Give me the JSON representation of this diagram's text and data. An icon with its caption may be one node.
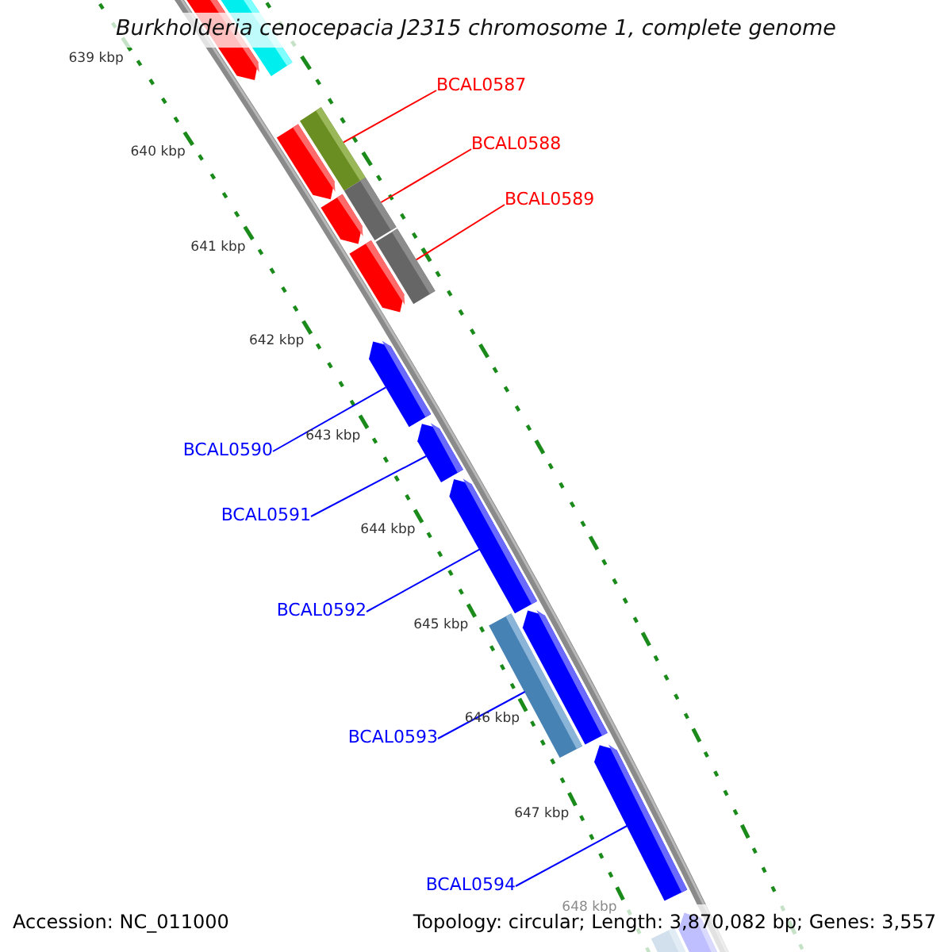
{
  "diagram": {
    "title": "Burkholderia cenocepacia J2315 chromosome 1, complete genome",
    "nodes": [
      {
        "text": [
          "BCAL0587"
        ]
      },
      {
        "text": [],
        "shape": "bar"
      },
      {
        "text": [
          "BCAL0588"
        ]
      },
      {
        "text": [],
        "shape": "bar"
      },
      {
        "text": [
          "BCAL0589"
        ]
      },
      {
        "text": [],
        "shape": "bar"
      },
      {
        "text": [
          "BCAL0590"
        ]
      },
      {
        "text": [],
        "shape": "bar"
      },
      {
        "text": [
          "BCAL0591"
        ]
      },
      {
        "text": [],
        "shape": "bar"
      },
      {
        "text": [
          "BCAL0592"
        ]
      },
      {
        "text": [],
        "shape": "bar"
      },
      {
        "text": [
          "BCAL0593"
        ]
      },
      {
        "text": [],
        "shape": "bar"
      },
      {
        "text": [
          "BCAL0594"
        ]
      },
      {
        "text": [],
        "shape": "bar"
      },
      {
        "text": [],
        "shape": "bar"
      },
      {
        "text": [],
        "shape": "box"
      },
      {
        "text": [],
        "shape": "bar"
      },
      {
        "text": [],
        "shape": "bar"
      },
      {
        "text": [],
        "shape": "bar"
      },
      {
        "text": [],
        "shape": "bar"
      },
      {
        "text": [],
        "shape": "box"
      },
      {
        "text": [],
        "shape": "bar"
      }
    ],
    "edges": [
      {
        "from": 0,
        "to": 1,
        "arrow": "none",
        "color": "#ff0000"
      },
      {
        "from": 2,
        "to": 3,
        "arrow": "none",
        "color": "#ff0000"
      },
      {
        "from": 4,
        "to": 5,
        "arrow": "none",
        "color": "#ff0000"
      },
      {
        "from": 6,
        "to": 7,
        "arrow": "none",
        "color": "#0000ff"
      },
      {
        "from": 8,
        "to": 9,
        "arrow": "none",
        "color": "#0000ff"
      },
      {
        "from": 10,
        "to": 11,
        "arrow": "none",
        "color": "#0000ff"
      },
      {
        "from": 12,
        "to": 13,
        "arrow": "none",
        "color": "#0000ff"
      },
      {
        "from": 14,
        "to": 15,
        "arrow": "none",
        "color": "#0000ff"
      }
    ],
    "labels": [
      "639 kbp",
      "640 kbp",
      "641 kbp",
      "642 kbp",
      "643 kbp",
      "644 kbp",
      "645 kbp",
      "646 kbp",
      "647 kbp",
      "648 kbp",
      "Accession: NC_011000",
      "Topology: circular; Length: 3,870,082 bp; Genes: 3,557"
    ]
  }
}
